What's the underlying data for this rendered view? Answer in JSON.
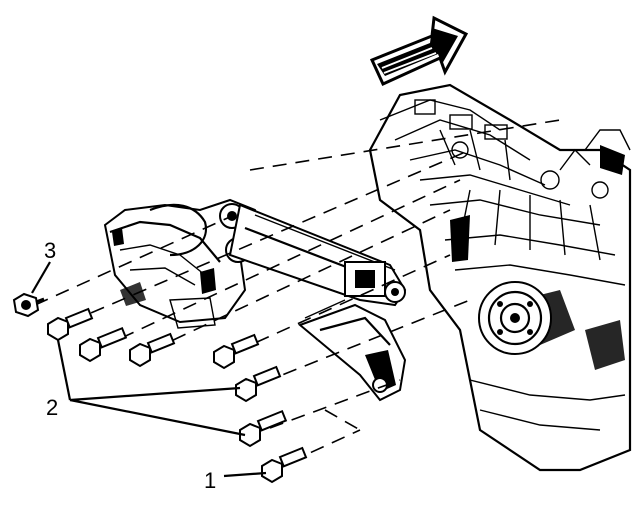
{
  "callouts": {
    "label_1": "1",
    "label_2": "2",
    "label_3": "3"
  },
  "icons": {
    "direction_arrow": "front-direction-arrow-icon"
  },
  "colors": {
    "ink": "#000000",
    "paper": "#ffffff"
  }
}
